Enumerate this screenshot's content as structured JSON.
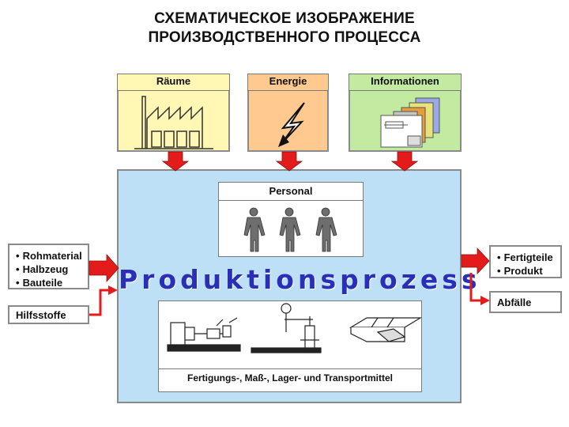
{
  "title": {
    "line1": "СХЕМАТИЧЕСКОЕ ИЗОБРАЖЕНИЕ",
    "line2": "ПРОИЗВОДСТВЕННОГО ПРОЦЕССА"
  },
  "inputs_top": [
    {
      "label": "Räume",
      "color": "#fff7b3",
      "icon": "factory-icon"
    },
    {
      "label": "Energie",
      "color": "#ffc98f",
      "icon": "lightning-icon"
    },
    {
      "label": "Informationen",
      "color": "#c2eaa0",
      "icon": "documents-icon"
    }
  ],
  "process": {
    "color": "#bde0f7",
    "personal_label": "Personal",
    "main_label": "Produktionsprozess",
    "means_label": "Fertigungs-, Maß-, Lager- und Transportmittel"
  },
  "inputs_left": {
    "materials": [
      "Rohmaterial",
      "Halbzeug",
      "Bauteile"
    ],
    "auxiliary": "Hilfsstoffe"
  },
  "outputs_right": {
    "products": [
      "Fertigteile",
      "Produkt"
    ],
    "waste": "Abfälle"
  },
  "arrow_color": "#e41b1b"
}
